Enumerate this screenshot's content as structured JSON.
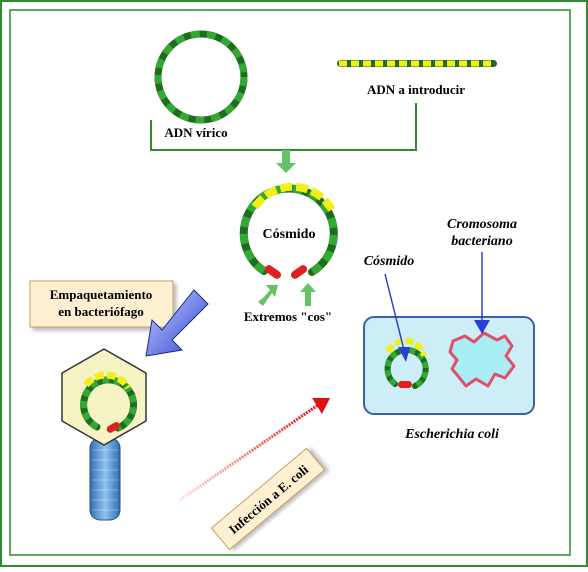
{
  "labels": {
    "adn_virico": "ADN vírico",
    "adn_introducir": "ADN a introducir",
    "cosmido_center": "Cósmido",
    "extremos_cos": "Extremos \"cos\"",
    "empaquetamiento_line1": "Empaquetamiento",
    "empaquetamiento_line2": "en bacteriófago",
    "cromosoma_line1": "Cromosoma",
    "cromosoma_line2": "bacteriano",
    "cosmido_cell": "Cósmido",
    "ecoli": "Escherichia coli",
    "infeccion": "Infección a E. coli"
  },
  "colors": {
    "border": "#2e8b2e",
    "dna_dark": "#1f6b1f",
    "dna_light": "#33a833",
    "insert_yellow": "#f2ee1a",
    "cos_red": "#e02020",
    "cell_fill": "#cdeef6",
    "cell_border": "#3d5fb0",
    "chromosome_fill": "#a8eef4",
    "chromosome_edge": "#e0506a",
    "phage_head": "#f6f4c4",
    "phage_tail": "#5a9ad0",
    "arrow_blue": "#2a3fd0",
    "arrow_green": "#66c266",
    "box_fill": "#fff0d2"
  }
}
